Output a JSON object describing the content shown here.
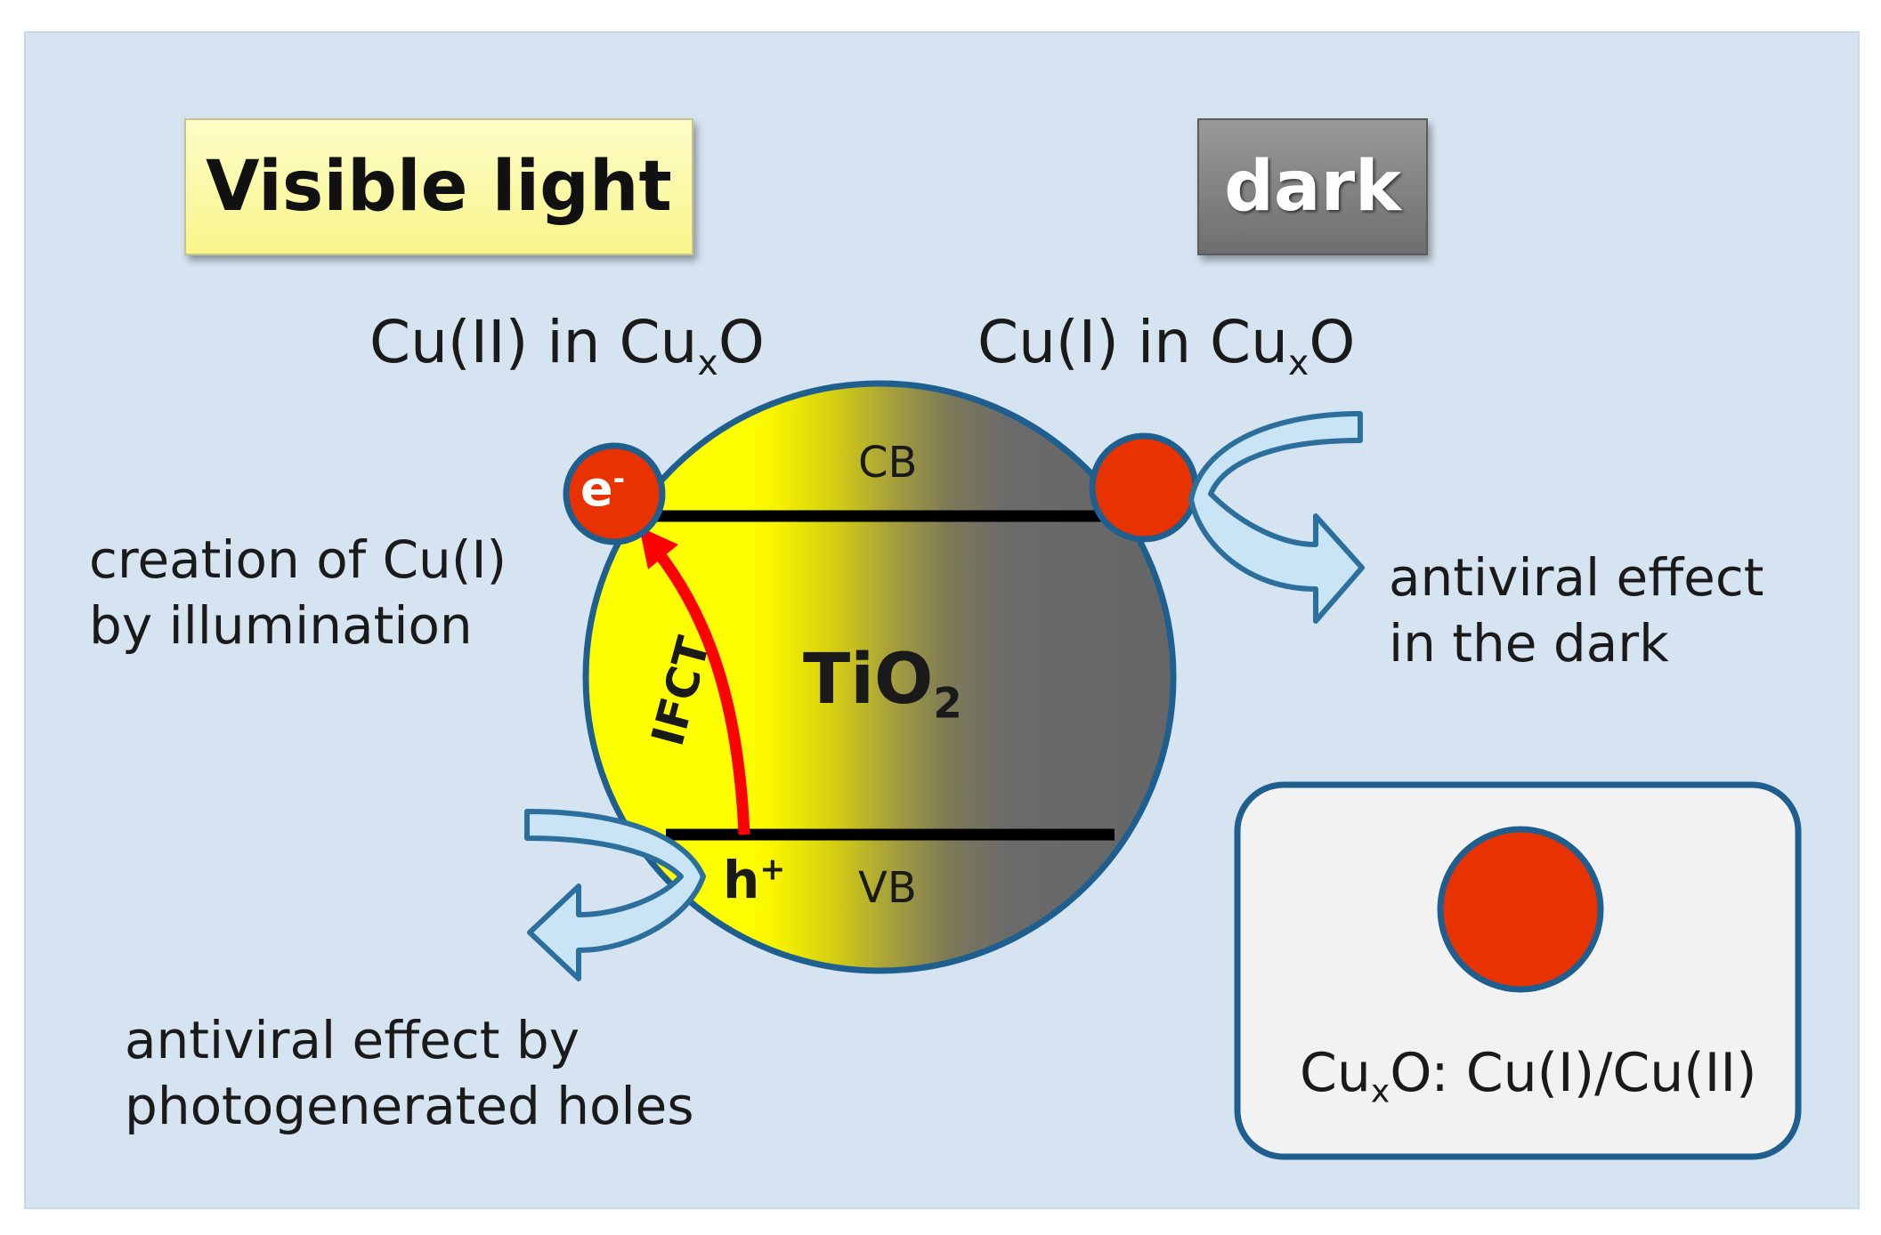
{
  "labels": {
    "visible_light": "Visible light",
    "dark": "dark",
    "cu2_label_main": "Cu(II) in Cu",
    "cu2_label_sub": "x",
    "cu2_label_end": "O",
    "cu1_label_main": "Cu(I) in Cu",
    "cu1_label_sub": "x",
    "cu1_label_end": "O",
    "creation_line1": "creation of Cu(I)",
    "creation_line2": "by illumination",
    "antiviral_dark_line1": "antiviral effect",
    "antiviral_dark_line2": "in the dark",
    "antiviral_holes_line1": "antiviral effect by",
    "antiviral_holes_line2": "photogenerated holes",
    "cb": "CB",
    "vb": "VB",
    "tio2_main": "TiO",
    "tio2_sub": "2",
    "ifct": "IFCT",
    "electron_main": "e",
    "electron_sup": "-",
    "hole_main": "h",
    "hole_sup": "+",
    "legend_prefix": "Cu",
    "legend_sub": "x",
    "legend_suffix": "O: Cu(I)/Cu(II)"
  },
  "colors": {
    "background_panel": "#d6e4f2",
    "sphere_yellow": "#ffff00",
    "sphere_gray": "#6a6a6a",
    "sphere_outline": "#1f5f8f",
    "cu_particle_red": "#e83200",
    "ifct_arrow_red": "#ff0000",
    "curved_arrow_fill": "#c8e4f5",
    "curved_arrow_stroke": "#2c6f9c",
    "legend_box_fill": "#f2f2f2",
    "visible_box_fill": "#f8f58a",
    "dark_box_fill": "#7f7f7f"
  }
}
